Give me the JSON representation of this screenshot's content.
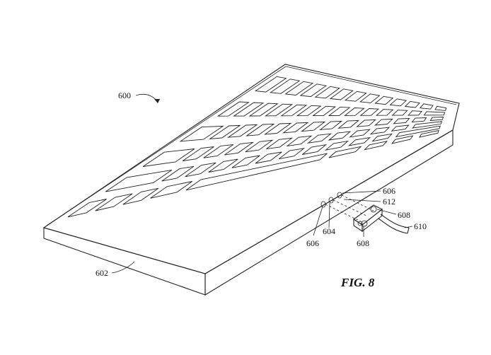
{
  "figure": {
    "caption": "FIG. 8",
    "keyboard_rows": [
      {
        "name": "function-row",
        "keys": [
          1,
          1,
          1,
          1,
          1,
          1,
          1,
          1,
          1,
          1,
          1,
          1,
          1
        ]
      },
      {
        "name": "number-row",
        "keys": [
          1,
          1,
          1,
          1,
          1,
          1,
          1,
          1,
          1,
          1,
          1,
          1,
          1,
          1.6
        ]
      },
      {
        "name": "top-letter-row",
        "keys": [
          1.6,
          1,
          1,
          1,
          1,
          1,
          1,
          1,
          1,
          1,
          1,
          1,
          1,
          1
        ]
      },
      {
        "name": "home-row",
        "keys": [
          1.9,
          1,
          1,
          1,
          1,
          1,
          1,
          1,
          1,
          1,
          1,
          1,
          1.7
        ]
      },
      {
        "name": "bottom-letter-row",
        "keys": [
          2.4,
          1,
          1,
          1,
          1,
          1,
          1,
          1,
          1,
          1,
          1,
          2.2
        ]
      },
      {
        "name": "modifier-row",
        "keys": [
          1,
          1,
          1,
          1.3,
          5.2,
          1.3,
          1,
          1,
          1
        ]
      }
    ]
  },
  "labels": {
    "keyboard_assembly": "600",
    "housing": "602",
    "contact": "604",
    "port_top": "606",
    "port_bottom": "606",
    "connector_top": "608",
    "connector_bottom": "608",
    "cable": "610",
    "plug": "612"
  }
}
